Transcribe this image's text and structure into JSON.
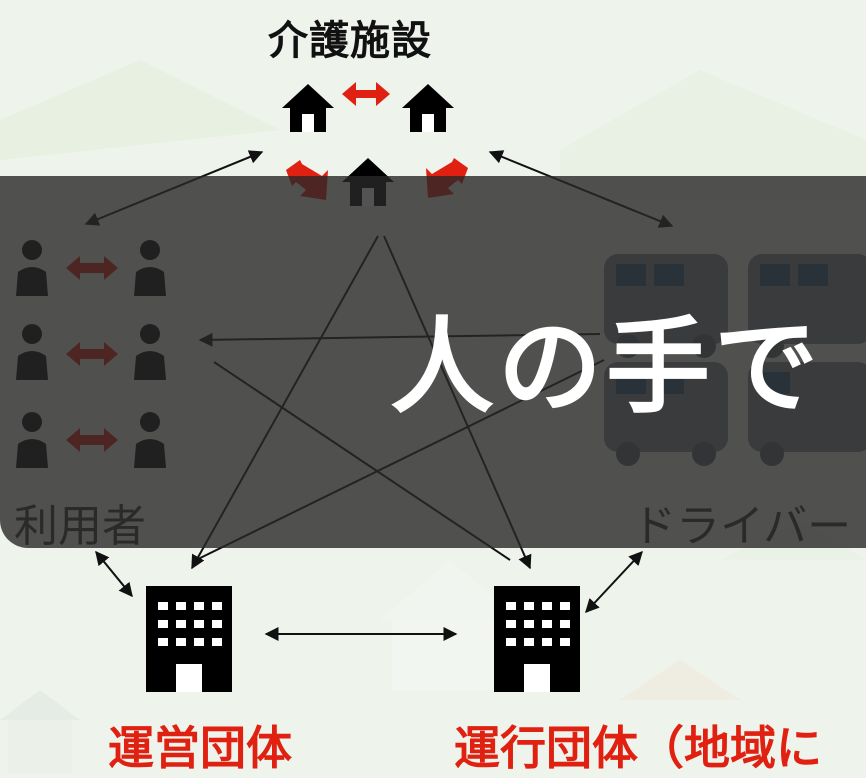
{
  "diagram": {
    "facility_label": "介護施設",
    "users_label": "利用者",
    "drivers_label": "ドライバー",
    "operator_label": "運営団体",
    "service_label": "運行団体（地域に",
    "overlay_text": "人の手で",
    "icons": {
      "facility": "house-icon",
      "user": "person-icon",
      "driver": "van-icon",
      "organization": "building-icon"
    },
    "colors": {
      "accent_red": "#e02010",
      "dark_red": "#5a0a0a",
      "overlay": "#282828"
    }
  }
}
